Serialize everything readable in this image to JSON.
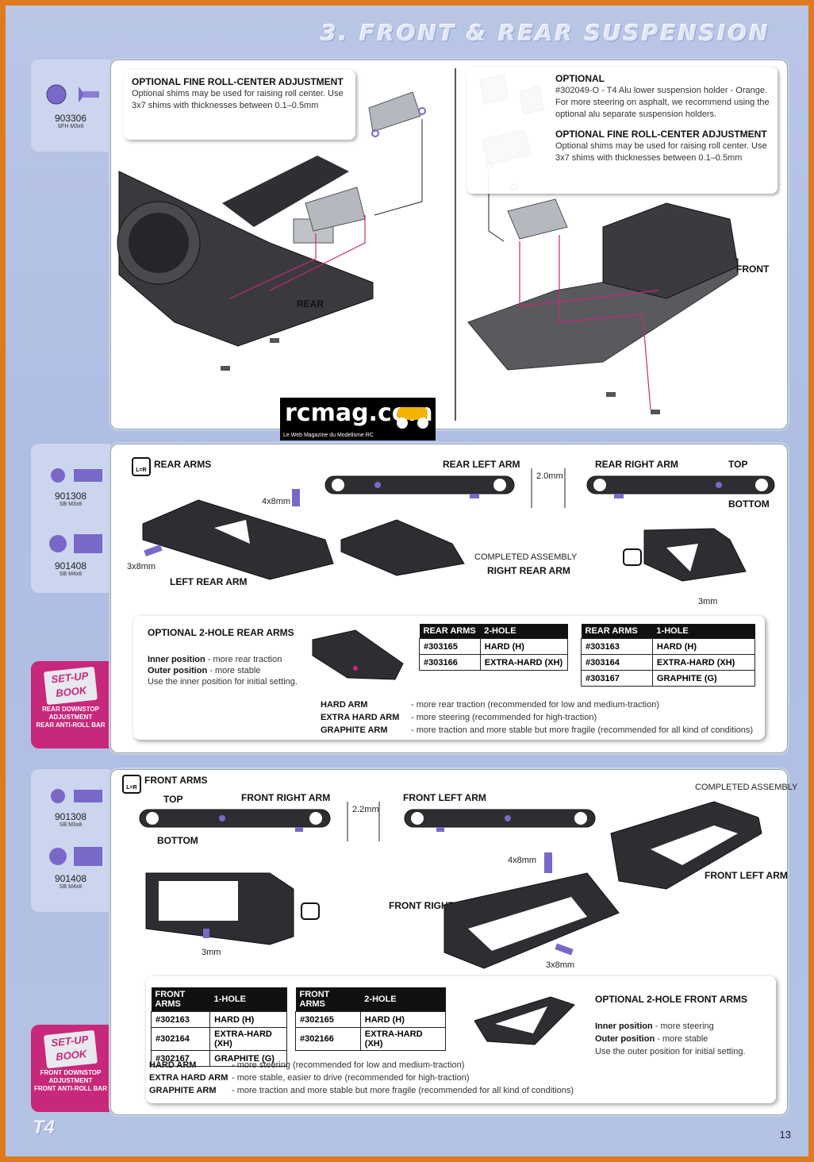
{
  "header": {
    "title": "3. FRONT & REAR SUSPENSION"
  },
  "parts": {
    "p1": {
      "code": "903306",
      "desc": "SFH M3x6"
    },
    "p2": {
      "code": "901308",
      "desc": "SB M3x8"
    },
    "p3": {
      "code": "901408",
      "desc": "SB M4x8"
    },
    "p4": {
      "code": "901308",
      "desc": "SB M3x8"
    },
    "p5": {
      "code": "901408",
      "desc": "SB M4x8"
    }
  },
  "section1": {
    "left_note": {
      "title": "OPTIONAL FINE ROLL-CENTER ADJUSTMENT",
      "text": "Optional shims may be used for raising roll center. Use 3x7 shims with thicknesses between 0.1–0.5mm"
    },
    "right_note1": {
      "title": "OPTIONAL",
      "text": "#302049-O - T4 Alu lower suspension holder - Orange. For more steering on asphalt, we recommend using the optional alu separate suspension holders."
    },
    "right_note2": {
      "title": "OPTIONAL FINE ROLL-CENTER ADJUSTMENT",
      "text": "Optional shims may be used for raising roll center. Use 3x7 shims with thicknesses between 0.1–0.5mm"
    },
    "rear_label": "REAR",
    "front_label": "FRONT"
  },
  "logo": {
    "main": "rcmag.com",
    "tagline": "Le Web Magazine du Modelisme RC"
  },
  "section2": {
    "header": "REAR ARMS",
    "lr": "L=R",
    "rear_left_arm": "REAR LEFT ARM",
    "rear_right_arm": "REAR RIGHT ARM",
    "top": "TOP",
    "bottom": "BOTTOM",
    "dim_2mm": "2.0mm",
    "dim_4x8": "4x8mm",
    "dim_3x8": "3x8mm",
    "dim_3mm": "3mm",
    "left_rear_arm": "LEFT REAR ARM",
    "completed_assembly": "COMPLETED ASSEMBLY",
    "right_rear_arm": "RIGHT REAR ARM",
    "optional_title": "OPTIONAL 2-HOLE REAR ARMS",
    "inner_label": "Inner position",
    "inner_text": "- more rear traction",
    "outer_label": "Outer position",
    "outer_text": "- more stable",
    "initial": "Use the inner position for initial setting.",
    "table2": {
      "header1": "REAR ARMS",
      "header2": "2-HOLE",
      "rows": [
        [
          "#303165",
          "HARD (H)"
        ],
        [
          "#303166",
          "EXTRA-HARD (XH)"
        ]
      ]
    },
    "table1": {
      "header1": "REAR ARMS",
      "header2": "1-HOLE",
      "rows": [
        [
          "#303163",
          "HARD (H)"
        ],
        [
          "#303164",
          "EXTRA-HARD (XH)"
        ],
        [
          "#303167",
          "GRAPHITE (G)"
        ]
      ]
    },
    "materials": [
      {
        "name": "HARD ARM",
        "desc": "- more rear traction (recommended for low and medium-traction)"
      },
      {
        "name": "EXTRA HARD ARM",
        "desc": "- more steering (recommended for high-traction)"
      },
      {
        "name": "GRAPHITE ARM",
        "desc": "- more traction and more stable but more fragile (recommended for all kind of conditions)"
      }
    ],
    "setup": {
      "book": "SET-UP BOOK",
      "lines": [
        "REAR DOWNSTOP",
        "ADJUSTMENT",
        "REAR ANTI-ROLL BAR"
      ]
    }
  },
  "section3": {
    "header": "FRONT ARMS",
    "lr": "L=R",
    "top": "TOP",
    "bottom": "BOTTOM",
    "front_right_arm": "FRONT RIGHT ARM",
    "front_left_arm": "FRONT LEFT ARM",
    "dim_22": "2.2mm",
    "completed_assembly": "COMPLETED ASSEMBLY",
    "front_left_arm2": "FRONT LEFT ARM",
    "dim_4x8": "4x8mm",
    "front_right_arm2": "FRONT RIGHT ARM",
    "dim_3x8": "3x8mm",
    "dim_3mm": "3mm",
    "table1": {
      "header1": "FRONT ARMS",
      "header2": "1-HOLE",
      "rows": [
        [
          "#302163",
          "HARD (H)"
        ],
        [
          "#302164",
          "EXTRA-HARD (XH)"
        ],
        [
          "#302167",
          "GRAPHITE (G)"
        ]
      ]
    },
    "table2": {
      "header1": "FRONT ARMS",
      "header2": "2-HOLE",
      "rows": [
        [
          "#302165",
          "HARD (H)"
        ],
        [
          "#302166",
          "EXTRA-HARD (XH)"
        ]
      ]
    },
    "optional_title": "OPTIONAL 2-HOLE FRONT ARMS",
    "inner_label": "Inner position",
    "inner_text": "- more steering",
    "outer_label": "Outer position",
    "outer_text": "- more stable",
    "initial": "Use the outer position for initial setting.",
    "materials": [
      {
        "name": "HARD ARM",
        "desc": "- more steering (recommended for low and medium-traction)"
      },
      {
        "name": "EXTRA HARD ARM",
        "desc": "- more stable, easier to drive (recommended for high-traction)"
      },
      {
        "name": "GRAPHITE ARM",
        "desc": "- more traction and more stable but more fragile (recommended for all kind of conditions)"
      }
    ],
    "setup": {
      "book": "SET-UP BOOK",
      "lines": [
        "FRONT DOWNSTOP",
        "ADJUSTMENT",
        "FRONT ANTI-ROLL BAR"
      ]
    }
  },
  "footer": {
    "brand": "T4",
    "page": "13"
  },
  "colors": {
    "border": "#e07a1f",
    "accent_magenta": "#c8287a",
    "screw_purple": "#7a68c8"
  }
}
